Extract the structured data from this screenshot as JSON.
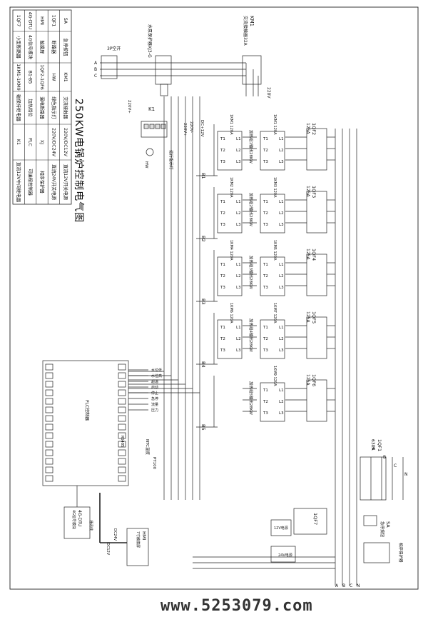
{
  "title": "250KW电锅炉控制电气图",
  "watermark": "www.5253079.com",
  "legend": {
    "rows": [
      [
        "SA",
        "急停按钮",
        "KM1",
        "交流接触器",
        "220V/DC12V",
        "直流12V开关电源"
      ],
      [
        "1QF1",
        "断路器",
        "HW",
        "绿色指示灯",
        "220V/DC24V",
        "直流24V开关电源"
      ],
      [
        "HMI",
        "触摸屏",
        "1QF2-1QF6",
        "漏电断路器",
        "XJ",
        "相序保护器"
      ],
      [
        "4G-DTU",
        "4G信号模块",
        "B1-B5",
        "加热档位",
        "PLC",
        "可编程控制器"
      ],
      [
        "1QF7",
        "小型断路器",
        "1KM1-1KM9",
        "磁保持继电器",
        "K1",
        "直流12V中间继电器"
      ]
    ]
  },
  "top": {
    "switch_3p": "3P空开",
    "pump_protector": "水泵保护器XJ3-G",
    "km1_label": "KM1",
    "km1_desc": "交流接触器32A",
    "v220_a": "220V",
    "v220_b": "220V+",
    "v220_c": "220V-",
    "v220_d": "220V+",
    "dc12": "DC+12V",
    "k1": "K1",
    "indicator": "运行指示灯",
    "hw": "HW",
    "phase_abc": [
      "A",
      "B",
      "C"
    ]
  },
  "groups": [
    {
      "qf": "1QF2",
      "rating": "125A",
      "km_a": "1KM1 120A",
      "km_b": "1KM1 120A",
      "desc": "加热组1输出28KW",
      "bus": "B1"
    },
    {
      "qf": "1QF3",
      "rating": "125A",
      "km_a": "1KM2 120A",
      "km_b": "1KM3 120A",
      "desc": "加热组2输出28KW",
      "bus": "B2"
    },
    {
      "qf": "1QF4",
      "rating": "125A",
      "km_a": "1KM4 120A",
      "km_b": "1KM5 120A",
      "desc": "加热组3输出28KW",
      "bus": "B3"
    },
    {
      "qf": "1QF5",
      "rating": "125A",
      "km_a": "1KM6 120A",
      "km_b": "1KM7 120A",
      "desc": "加热组4输出28KW",
      "bus": "B4"
    },
    {
      "qf": "1QF6",
      "rating": "125A",
      "km_a": "",
      "km_b": "1KM9 120A",
      "desc": "加热组5输出28KW",
      "bus": "B5"
    }
  ],
  "terminals": {
    "t": [
      "T1",
      "T2",
      "T3"
    ],
    "l": [
      "L1",
      "L2",
      "L3"
    ]
  },
  "main": {
    "qf1": "1QF1",
    "qf1_rating": "630A",
    "phases": [
      "A",
      "B",
      "C",
      "N"
    ],
    "bottom_phases": [
      "A",
      "B",
      "C",
      "N"
    ],
    "sa": "SA",
    "sa_desc": "急停按钮",
    "qf7": "1QF7",
    "psu12": "12V电源",
    "psu24": "24V电源",
    "phase_protector": "相序保护器"
  },
  "plc": {
    "label": "PLC控制器",
    "ntc": "NTC温度",
    "pt100": "PT100",
    "io_label": "RS485",
    "inputs": [
      "水位低",
      "水位高",
      "超温",
      "启动",
      "停止",
      "急停",
      "流量",
      "压力"
    ],
    "dtu": "4G-DTU",
    "dtu_sub": "4G信号模块",
    "hmi": "HMI",
    "hmi_sub": "7寸触摸屏",
    "dc24": "DC24V",
    "dc12": "DC12V",
    "com": "通讯线"
  }
}
